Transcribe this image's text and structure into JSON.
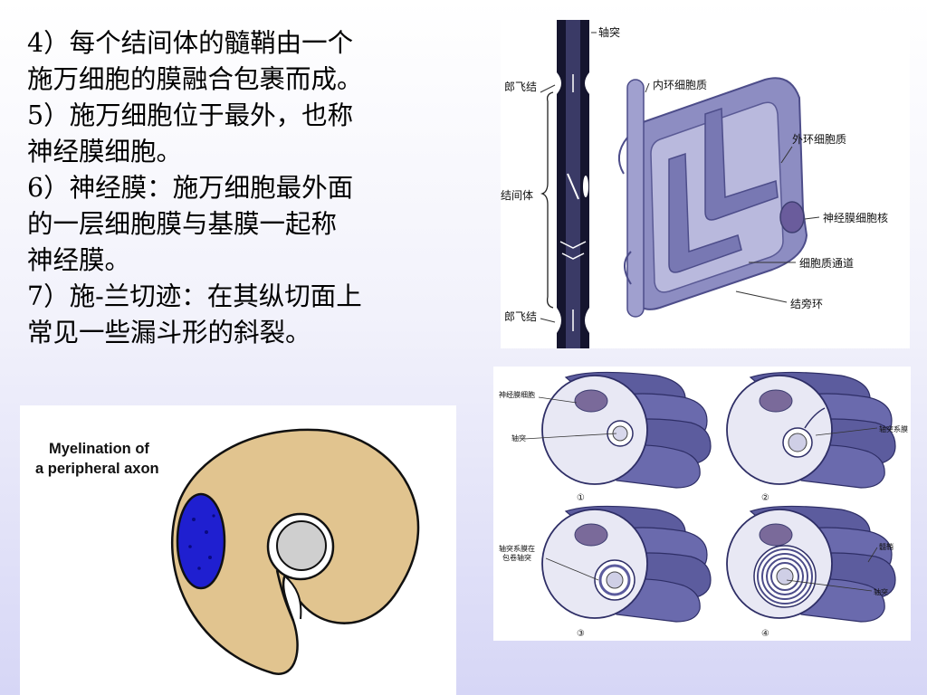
{
  "slide": {
    "text_lines": [
      "4）每个结间体的髓鞘由一个",
      "施万细胞的膜融合包裹而成。",
      "5）施万细胞位于最外，也称",
      "神经膜细胞。",
      "6）神经膜：施万细胞最外面",
      "的一层细胞膜与基膜一起称",
      "神经膜。",
      "7）施-兰切迹：在其纵切面上",
      "常见一些漏斗形的斜裂。"
    ]
  },
  "node_diagram": {
    "labels": {
      "axon": "轴突",
      "node_top": "郎飞结",
      "inner_cytoplasm": "内环细胞质",
      "outer_cytoplasm": "外环细胞质",
      "internode": "结间体",
      "nucleus": "神经膜细胞核",
      "channel": "细胞质通道",
      "paranodal_loop": "结旁环",
      "node_bottom": "郎飞结"
    },
    "colors": {
      "tissue": "#6f6fa8",
      "tissue_light": "#b8b8dc",
      "axon": "#15152e"
    }
  },
  "myelination_diagram": {
    "title_line1": "Myelination of",
    "title_line2": "a peripheral axon",
    "colors": {
      "cell": "#e1c48f",
      "nucleus": "#1f1fd0",
      "axon": "#cfcfcf"
    }
  },
  "stages_diagram": {
    "labels": {
      "neurilemmal_cell": "神经膜细胞",
      "axon_1": "轴突",
      "mesaxon": "轴突系膜",
      "mesaxon_wrap_line1": "轴突系膜在",
      "mesaxon_wrap_line2": "包卷轴突",
      "myelin": "髓鞘",
      "axon_4": "轴突"
    },
    "stage_numbers": [
      "①",
      "②",
      "③",
      "④"
    ],
    "colors": {
      "tissue": "#5c5c9e",
      "cut_face": "#e8e8f4",
      "nucleus": "#7a6a9a"
    }
  }
}
